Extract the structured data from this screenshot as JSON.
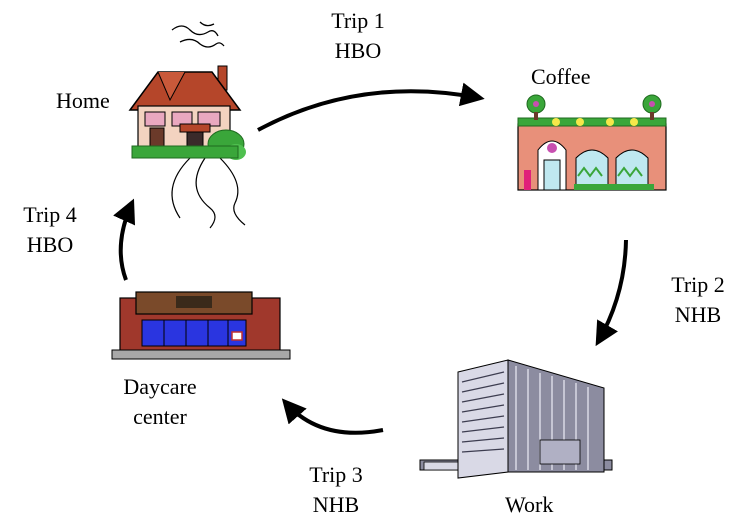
{
  "places": {
    "home": "Home",
    "coffee": "Coffee",
    "work": "Work",
    "daycare": [
      "Daycare",
      "center"
    ]
  },
  "trips": [
    {
      "line1": "Trip 1",
      "line2": "HBO"
    },
    {
      "line1": "Trip 2",
      "line2": "NHB"
    },
    {
      "line1": "Trip 3",
      "line2": "NHB"
    },
    {
      "line1": "Trip 4",
      "line2": "HBO"
    }
  ],
  "colors": {
    "arrow": "#000000",
    "house_roof": "#b5462a",
    "house_wall": "#f3d3c0",
    "cafe_wall": "#e8907a",
    "cafe_plants": "#3aa63a",
    "tower_light": "#d9d9e6",
    "tower_dark": "#6d6d82",
    "daycare_brick": "#a0382c",
    "daycare_glass": "#2a35e0"
  }
}
